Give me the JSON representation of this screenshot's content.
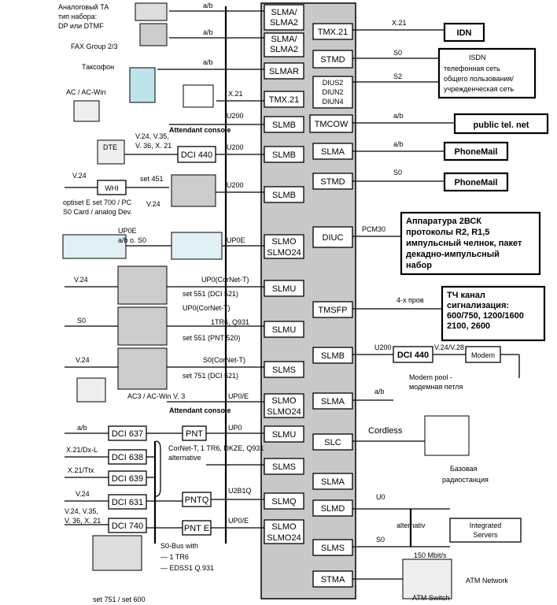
{
  "left_modules": [
    "SLMA/ SLMA2",
    "SLMA/ SLMA2",
    "SLMAR",
    "TMX.21",
    "SLMB",
    "SLMB",
    "SLMB",
    "SLMO SLMO24",
    "SLMU",
    "SLMU",
    "SLMS",
    "SLMO SLMO24",
    "SLMU",
    "SLMS",
    "SLMQ",
    "SLMO SLMO24"
  ],
  "right_modules": [
    "TMX.21",
    "STMD",
    "DIUS2 DIUN2 DIUN4",
    "TMCOW",
    "SLMA",
    "STMD",
    "DIUC",
    "TMSFP",
    "SLMB",
    "SLMA",
    "SLC",
    "SLMA",
    "SLMD",
    "SLMS",
    "STMA"
  ],
  "left_labels": {
    "analog_ta": [
      "Аналоговый ТА",
      "тип набора:",
      "DP или DTMF"
    ],
    "fax": "FAX Group 2/3",
    "payphone": "Таксофон",
    "ac_win": "AC / AC-Win",
    "attendant_console_1": "Attendant console",
    "dte": "DTE",
    "v24_v35": [
      "V.24, V.35,",
      "V. 36, X. 21"
    ],
    "dci440": "DCI 440",
    "v24_a": "V.24",
    "whi": "WHI",
    "set451": "set 451",
    "optiset": [
      "optiset E set 700 / PC",
      "S0 Card / analog Dev."
    ],
    "v24_b": "V.24",
    "ab_s0": "a/b o. S0",
    "upoe": "UP0E",
    "upoe2": "UP0E",
    "v24_c": "V.24",
    "up0_cornet_1": "UP0(CorNet-T)",
    "set551_1": "set 551 (DCI 521)",
    "up0_cornet_2": "UP0(CorNet-T)",
    "s0_left": "S0",
    "tr6": "1TR6, Q931",
    "set551_2": "set 551 (PNT 520)",
    "v24_d": "V.24",
    "s0_cornet": "S0(CorNet-T)",
    "set751": "set 751 (DCI 521)",
    "ac3": "AC3 / AC-Win V. 3",
    "up0e_3": "UP0/E",
    "attendant_console_2": "Attendant console",
    "ab_small": "a/b",
    "ab_small2": "a/b",
    "ab_small3": "a/b",
    "x21_left": "X.21",
    "u200_1": "U200",
    "u200_2": "U200",
    "u200_3": "U200",
    "x21_dxl": "X.21/Dx-L",
    "x21_ttx": "X.21/Ttx",
    "v24_e": "V.24",
    "v24_v35_b": [
      "V.24, V.35,",
      "V. 36, X. 21"
    ],
    "dci637": "DCI 637",
    "dci638": "DCI 638",
    "dci639": "DCI 639",
    "dci631": "DCI 631",
    "dci740": "DCI 740",
    "pnt": "PNT",
    "pntq": "PNTQ",
    "pnte": "PNT E",
    "up0_bot": "UP0",
    "u2b1q": "U2B1Q",
    "up0e_bot": "UP0/E",
    "cornet_alt": [
      "CorNet-T, 1 TR6, DKZE, Q931",
      "alternative"
    ],
    "s0bus": [
      "S0-Bus with",
      "— 1 TR6",
      "— EDSS1 Q.931"
    ],
    "set751_600": "set 751 / set 600",
    "ab_top": "a/b"
  },
  "right_labels": {
    "x21": "X.21",
    "idn": "IDN",
    "s0": "S0",
    "s2": "S2",
    "isdn_text": [
      "ISDN",
      "телефонная сеть",
      "общего пользования/",
      "учрежденческая сеть"
    ],
    "ab": "a/b",
    "public_net": "public tel. net",
    "ab2": "a/b",
    "phonemail1": "PhoneMail",
    "s0b": "S0",
    "phonemail2": "PhoneMail",
    "pcm30": "PCM30",
    "apparatus": [
      "Аппаратура 2ВСК",
      "протоколы R2, R1,5",
      "импульсный челнок, пакет",
      "декадно-импульсный",
      "набор"
    ],
    "four_wire": "4-х пров",
    "tch": [
      "ТЧ канал",
      "сигнализация:",
      "600/750, 1200/1600",
      "2100, 2600"
    ],
    "u200": "U200",
    "dci440": "DCI 440",
    "v24v28": "V.24/V.28",
    "modem": "Modem",
    "modem_pool": [
      "Modem pool -",
      "модемная петля"
    ],
    "ab3": "a/b",
    "cordless": "Cordless",
    "base_station": [
      "Базовая",
      "радиостанция"
    ],
    "u0": "U0",
    "alternativ": "alternativ",
    "s0c": "S0",
    "integrated": [
      "Integrated",
      "Servers"
    ],
    "mbit": "150 Mbit/s",
    "atm_network": "ATM Network",
    "atm_switch": "ATM Switch"
  }
}
